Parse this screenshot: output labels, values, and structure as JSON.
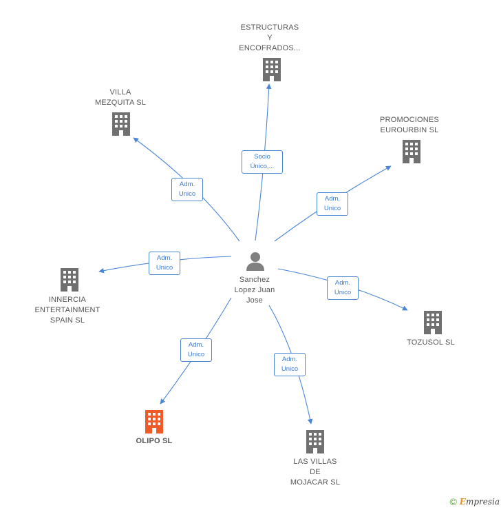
{
  "center": {
    "label": "Sanchez\nLopez Juan\nJose"
  },
  "companies": [
    {
      "id": "estructuras",
      "label": "ESTRUCTURAS\nY\nENCOFRADOS...",
      "highlight": false
    },
    {
      "id": "villa",
      "label": "VILLA\nMEZQUITA SL",
      "highlight": false
    },
    {
      "id": "promociones",
      "label": "PROMOCIONES\nEUROURBIN SL",
      "highlight": false
    },
    {
      "id": "innercia",
      "label": "INNERCIA\nENTERTAINMENT\nSPAIN SL",
      "highlight": false
    },
    {
      "id": "tozusol",
      "label": "TOZUSOL SL",
      "highlight": false
    },
    {
      "id": "olipo",
      "label": "OLIPO SL",
      "highlight": true
    },
    {
      "id": "lasvillas",
      "label": "LAS VILLAS\nDE\nMOJACAR SL",
      "highlight": false
    }
  ],
  "relations": [
    {
      "to": "estructuras",
      "label": "Socio\nÚnico,..."
    },
    {
      "to": "villa",
      "label": "Adm.\nUnico"
    },
    {
      "to": "promociones",
      "label": "Adm.\nUnico"
    },
    {
      "to": "innercia",
      "label": "Adm.\nUnico"
    },
    {
      "to": "tozusol",
      "label": "Adm.\nUnico"
    },
    {
      "to": "olipo",
      "label": "Adm.\nUnico"
    },
    {
      "to": "lasvillas",
      "label": "Adm.\nUnico"
    }
  ],
  "colors": {
    "edge": "#4a86d6",
    "building": "#707070",
    "building_highlight": "#f05a28",
    "person": "#808080"
  },
  "footer": {
    "copyright": "©",
    "brand_initial": "E",
    "brand_rest": "mpresia"
  }
}
